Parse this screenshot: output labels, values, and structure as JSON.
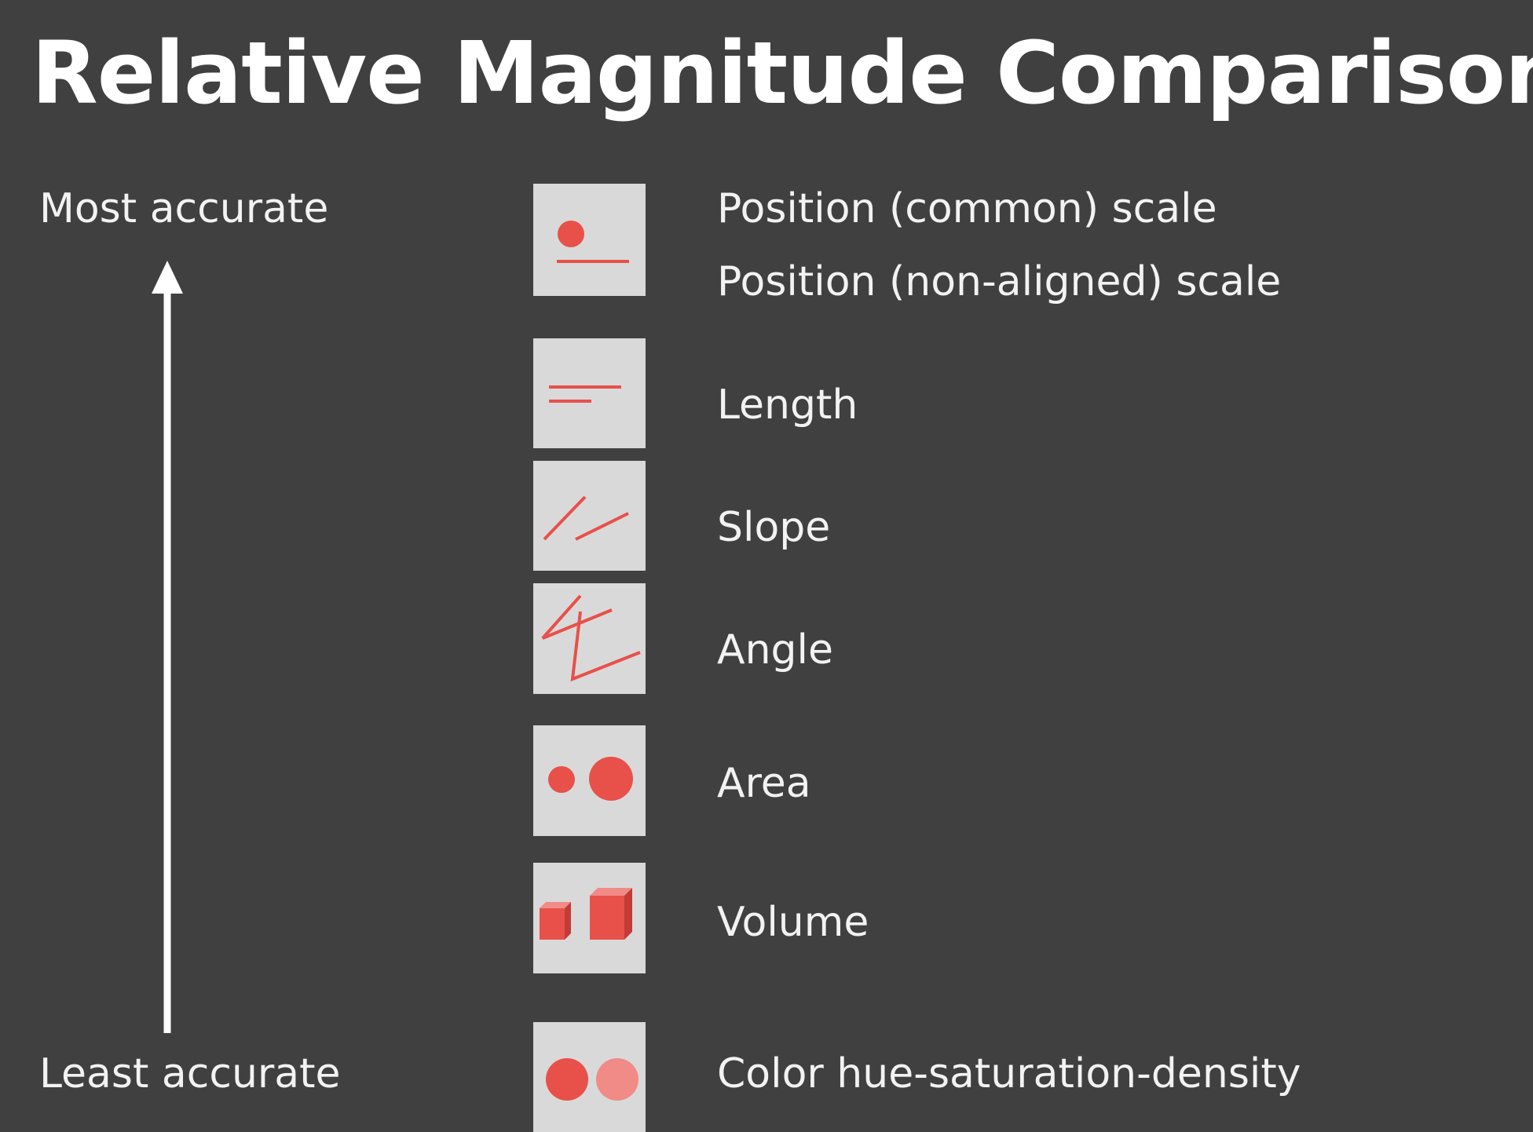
{
  "title": "Relative Magnitude Comparison",
  "scale": {
    "top_label": "Most accurate",
    "bottom_label": "Least accurate"
  },
  "encodings": [
    {
      "label": "Position (common) scale",
      "icon": "position-icon"
    },
    {
      "label": "Position (non-aligned) scale",
      "icon": "position-icon"
    },
    {
      "label": "Length",
      "icon": "length-icon"
    },
    {
      "label": "Slope",
      "icon": "slope-icon"
    },
    {
      "label": "Angle",
      "icon": "angle-icon"
    },
    {
      "label": "Area",
      "icon": "area-icon"
    },
    {
      "label": "Volume",
      "icon": "volume-icon"
    },
    {
      "label": "Color hue-saturation-density",
      "icon": "color-icon"
    }
  ],
  "colors": {
    "background": "#404040",
    "text": "#ffffff",
    "icon_box": "#d9d9d9",
    "accent": "#e8504a",
    "accent_light": "#f08b87"
  }
}
